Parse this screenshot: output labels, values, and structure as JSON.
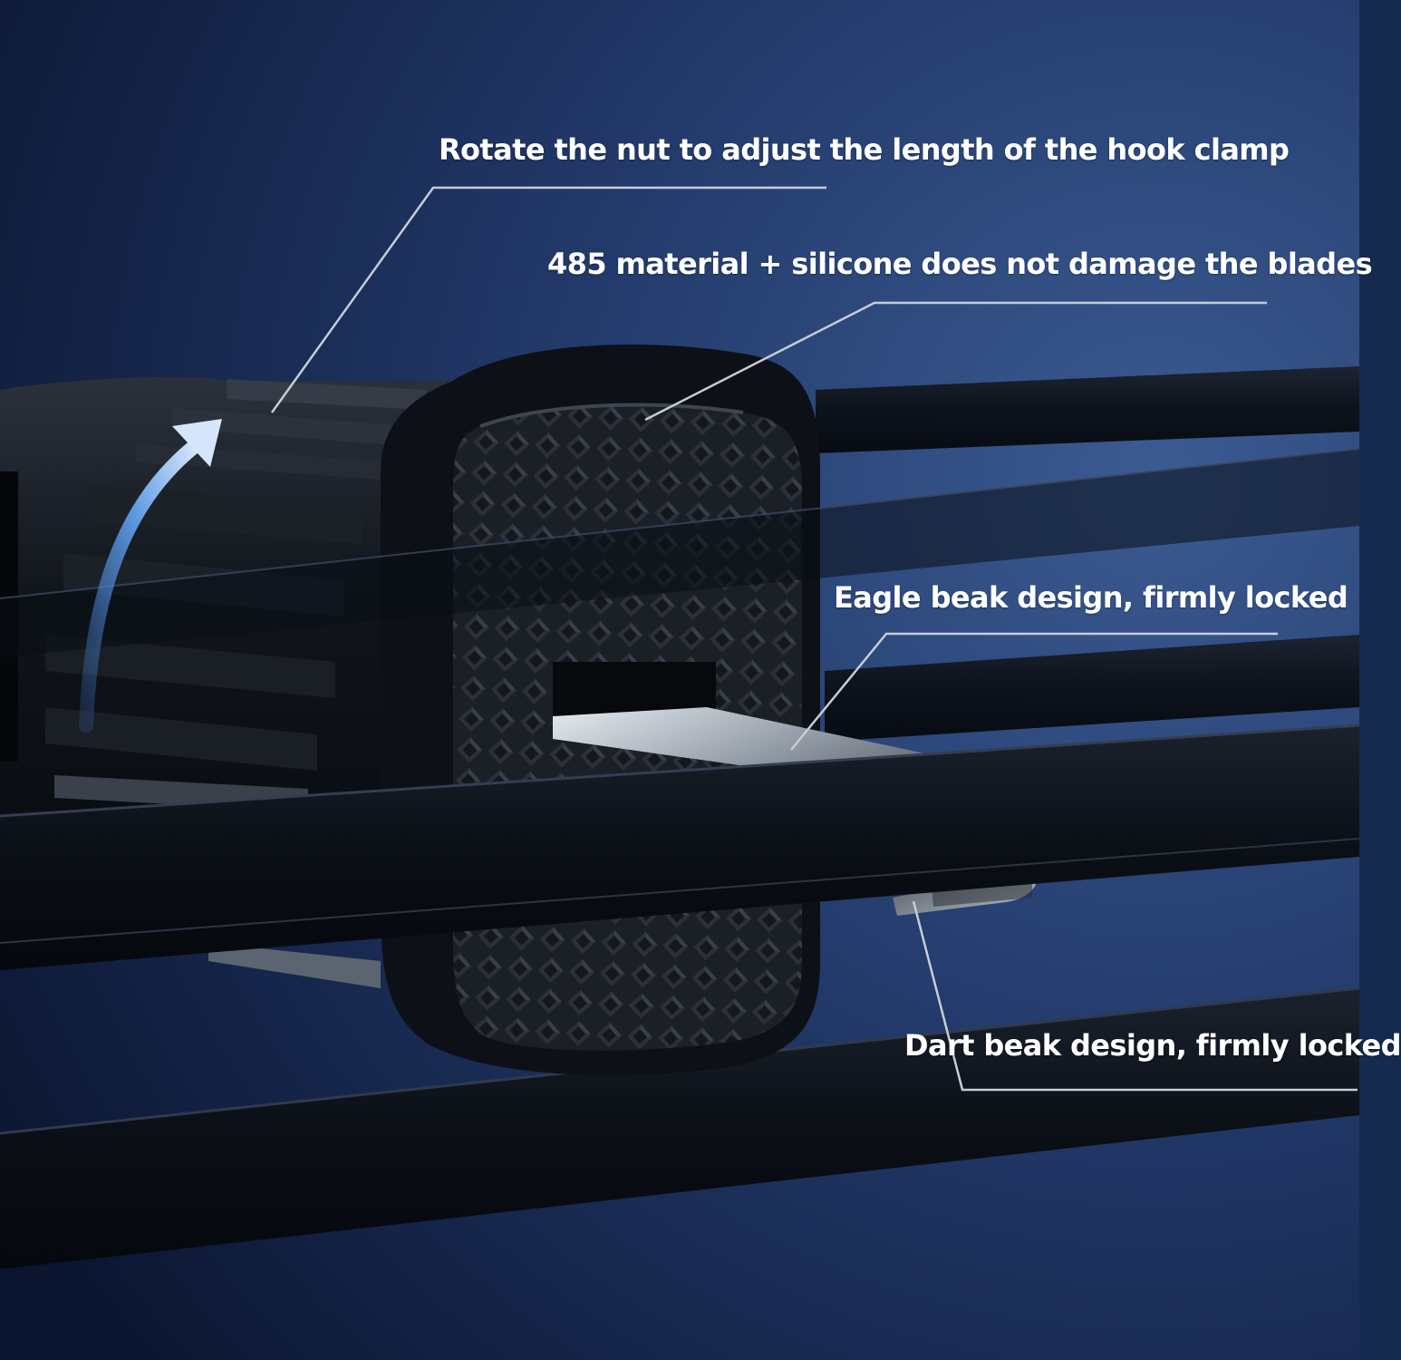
{
  "image": {
    "subject": "car-vent-phone-mount-clip",
    "colors": {
      "background_dark": "#0c1630",
      "background_light": "#3a5a90",
      "vent_blade": "#0d1118",
      "pad": "#1c2027",
      "metal_hook": "#9aa3ad",
      "leader_line": "#c8cdd5",
      "arrow": "#5f9ae0"
    }
  },
  "callouts": [
    {
      "id": "nut",
      "label": "Rotate the nut to adjust the length of the hook clamp"
    },
    {
      "id": "material",
      "label": "485 material + silicone does not damage the blades"
    },
    {
      "id": "eagle_beak",
      "label": "Eagle beak design, firmly locked"
    },
    {
      "id": "dart_beak",
      "label": "Dart beak design, firmly locked"
    }
  ]
}
